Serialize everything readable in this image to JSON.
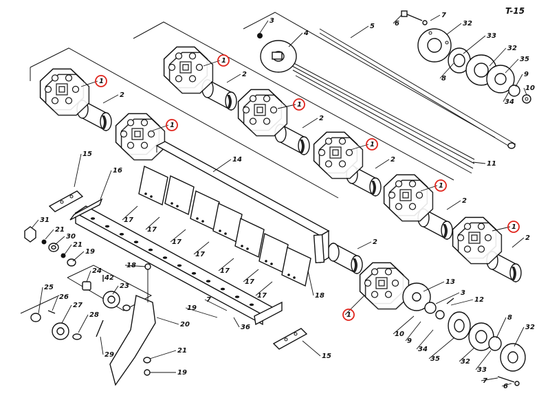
{
  "sheet_code": "T-15",
  "highlight_color": "#e0231b",
  "part_numbers": {
    "hub": "1",
    "spacer_tube": "2",
    "pin": "3",
    "disc": "4",
    "shaft": "5",
    "bolt": "6",
    "nut": "7",
    "ball": "8",
    "washer_9": "9",
    "bearing_10": "10",
    "rod": "11",
    "key": "12",
    "disc_13": "13",
    "square_tube": "14",
    "plate": "15",
    "frame": "16",
    "blade": "17",
    "bolt_18": "18",
    "ring_19": "19",
    "arm": "20",
    "washer_21": "21",
    "sprocket_big": "23",
    "bush": "24",
    "nut_25": "25",
    "key_26": "26",
    "sprocket_small": "27",
    "circlip": "28",
    "chain": "29",
    "bushing_30": "30",
    "screw_31": "31",
    "bearing_cup": "32",
    "cone": "33",
    "seal": "34",
    "flange": "35",
    "nut_36": "36",
    "pin_42": "42"
  }
}
